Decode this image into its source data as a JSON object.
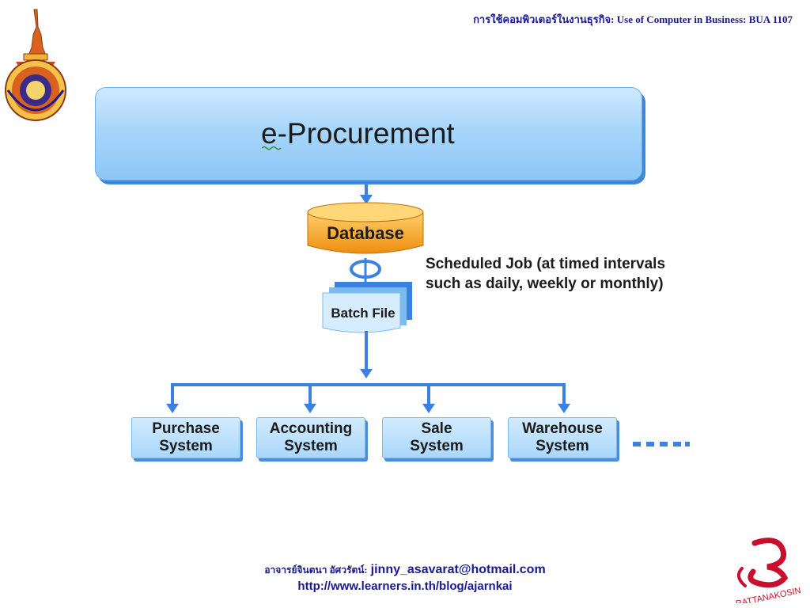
{
  "header": {
    "title": "การใช้คอมพิวเตอร์ในงานธุรกิจ: Use of Computer in Business: BUA 1107"
  },
  "logos": {
    "left_icon": "university-crest-icon",
    "right_icon": "rattanakosin-logo-icon",
    "right_text": "RATTANAKOSIN"
  },
  "diagram": {
    "top_box": "e-Procurement",
    "database": "Database",
    "batch_file": "Batch File",
    "scheduled_job_line1": "Scheduled Job (at timed intervals",
    "scheduled_job_line2": "such as daily, weekly or monthly)",
    "systems": [
      {
        "line1": "Purchase",
        "line2": "System"
      },
      {
        "line1": "Accounting",
        "line2": "System"
      },
      {
        "line1": "Sale",
        "line2": "System"
      },
      {
        "line1": "Warehouse",
        "line2": "System"
      }
    ],
    "more_indicator": "....."
  },
  "footer": {
    "instructor_thai": "อาจารย์จินตนา อัศวรัตน์:",
    "email": "jinny_asavarat@hotmail.com",
    "url": "http://www.learners.in.th/blog/ajarnkai"
  },
  "colors": {
    "box_fill": "#a7d6fb",
    "box_shadow": "#3f86d8",
    "arrow": "#3b82e0",
    "database": "#f7a21f",
    "title_text": "#1a1a8c"
  }
}
